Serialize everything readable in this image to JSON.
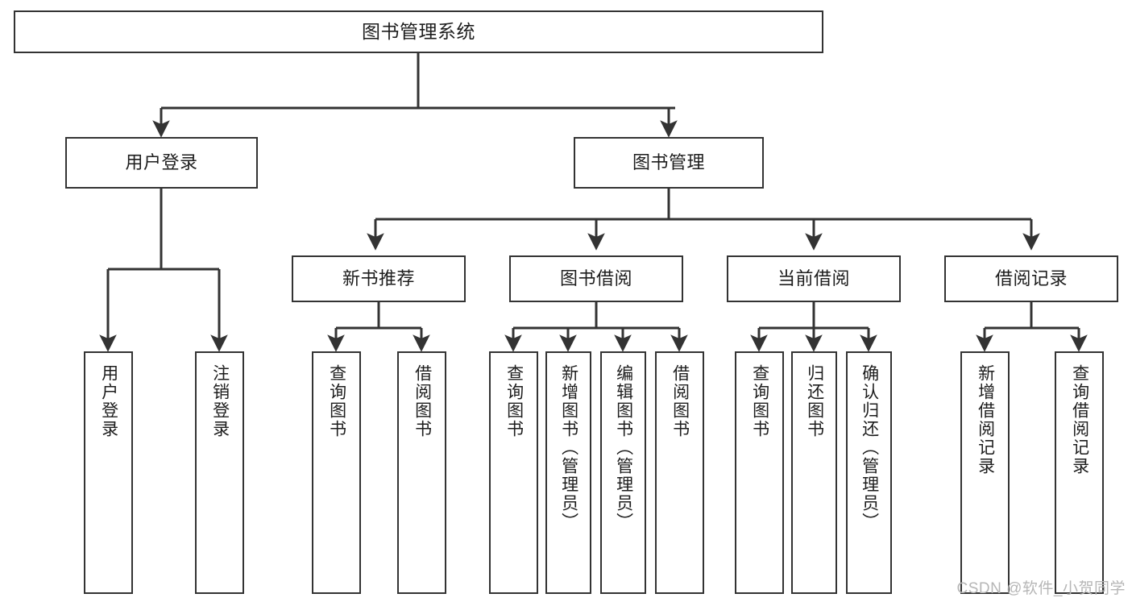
{
  "diagram": {
    "kind": "tree-hierarchy-chart",
    "title": "图书管理系统",
    "watermark": "CSDN @软件_小贺同学",
    "colors": {
      "background": "#ffffff",
      "stroke": "#333333",
      "text": "#1d1d1d",
      "watermark": "#b6b6b6"
    },
    "nodes": {
      "root": {
        "label": "图书管理系统"
      },
      "level1": [
        {
          "label": "用户登录"
        },
        {
          "label": "图书管理"
        }
      ],
      "level2": [
        {
          "label": "新书推荐"
        },
        {
          "label": "图书借阅"
        },
        {
          "label": "当前借阅"
        },
        {
          "label": "借阅记录"
        }
      ],
      "leaves": {
        "user_login": [
          {
            "label": "用户登录"
          },
          {
            "label": "注销登录"
          }
        ],
        "new_book": [
          {
            "label": "查询图书"
          },
          {
            "label": "借阅图书"
          }
        ],
        "book_borrow": [
          {
            "label": "查询图书"
          },
          {
            "label": "新增图书（管理员）"
          },
          {
            "label": "编辑图书（管理员）"
          },
          {
            "label": "借阅图书"
          }
        ],
        "current_borrow": [
          {
            "label": "查询图书"
          },
          {
            "label": "归还图书"
          },
          {
            "label": "确认归还（管理员）"
          }
        ],
        "borrow_record": [
          {
            "label": "新增借阅记录"
          },
          {
            "label": "查询借阅记录"
          }
        ]
      }
    }
  }
}
